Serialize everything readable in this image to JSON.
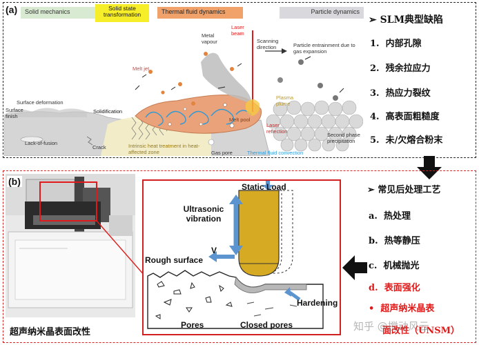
{
  "panel_a": {
    "label": "(a)",
    "categories": [
      "Solid mechanics",
      "Solid state transformation",
      "Thermal fluid dynamics",
      "Particle dynamics"
    ],
    "labels": {
      "metal_vapour": "Metal vapour",
      "laser_beam": "Laser beam",
      "scanning_direction": "Scanning direction",
      "particle_entrainment": "Particle entrainment due to gas expansion",
      "melt_jet": "Melt jet",
      "surface_deformation": "Surface deformation",
      "solidification": "Solidification",
      "plasma_plume": "Plasma plume",
      "surface_finish": "Surface finish",
      "melt_pool": "Melt pool",
      "laser_reflection": "Laser reflection",
      "second_phase": "Second phase precipitation",
      "lack_of_fusion": "Lack-of-fusion",
      "crack": "Crack",
      "heat_treatment": "Intrinsic heat treatment in heat-affected zone",
      "gas_pore": "Gas pore",
      "thermal_fluid_convection": "Thermal fluid convection"
    },
    "defects_title": "SLM典型缺陷",
    "defects": [
      {
        "num": "1.",
        "text": "内部孔隙"
      },
      {
        "num": "2.",
        "text": "残余拉应力"
      },
      {
        "num": "3.",
        "text": "热应力裂纹"
      },
      {
        "num": "4.",
        "text": "高表面粗糙度"
      },
      {
        "num": "5.",
        "text": "未/欠熔合粉末"
      }
    ]
  },
  "panel_b": {
    "label": "(b)",
    "photo_caption": "超声纳米晶表面改性",
    "schematic": {
      "static_load": "Static Load",
      "ultrasonic": "Ultrasonic vibration",
      "v": "V",
      "rough_surface": "Rough surface",
      "hardening": "Hardening",
      "pores": "Pores",
      "closed_pores": "Closed pores"
    },
    "post_title": "常见后处理工艺",
    "post_items": [
      {
        "num": "a.",
        "text": "热处理"
      },
      {
        "num": "b.",
        "text": "热等静压"
      },
      {
        "num": "c.",
        "text": "机械抛光"
      },
      {
        "num": "d.",
        "text": "表面强化"
      }
    ],
    "uns_line1": "超声纳米晶表",
    "uns_line2": "面改性（UNSM）"
  },
  "watermark": "知乎 @搅动风云",
  "colors": {
    "accent_red": "#e01a1a",
    "melt_orange": "#e9a27a",
    "roller_gold": "#d6aa22",
    "arrow_blue": "#5b94cf"
  }
}
